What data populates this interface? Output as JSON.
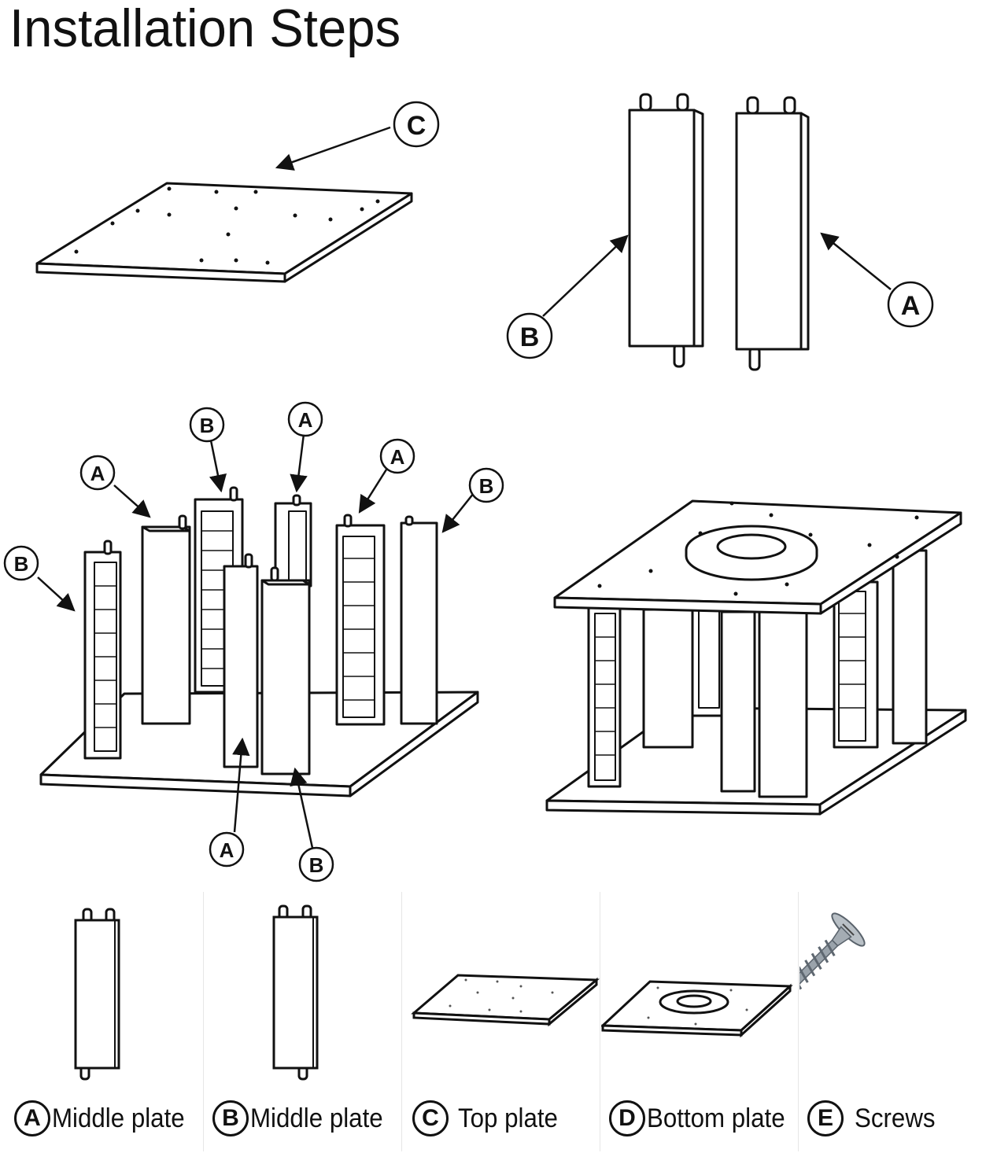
{
  "title": "Installation Steps",
  "callouts": {
    "step1_c": "C",
    "step2_b": "B",
    "step2_a": "A",
    "step3": [
      "B",
      "A",
      "B",
      "A",
      "A",
      "B",
      "A",
      "B"
    ]
  },
  "legend": [
    {
      "letter": "A",
      "label": "Middle plate"
    },
    {
      "letter": "B",
      "label": "Middle plate"
    },
    {
      "letter": "C",
      "label": "Top plate"
    },
    {
      "letter": "D",
      "label": "Bottom plate"
    },
    {
      "letter": "E",
      "label": "Screws"
    }
  ]
}
